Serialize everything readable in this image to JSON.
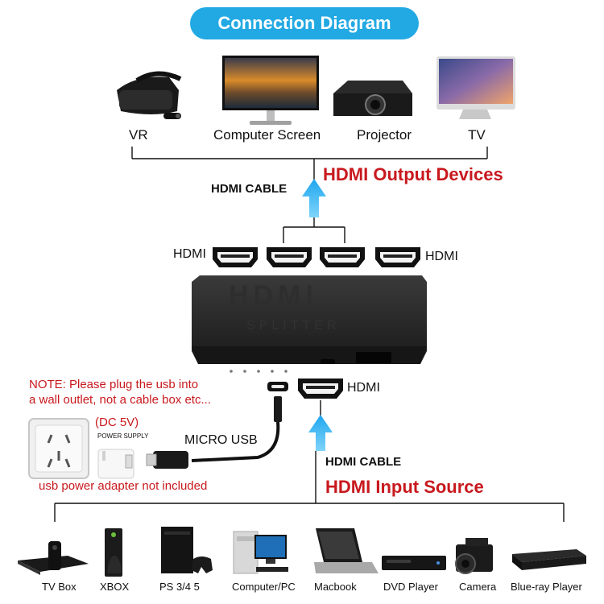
{
  "title": "Connection Diagram",
  "outputs": {
    "heading": "HDMI Output Devices",
    "cable": "HDMI CABLE",
    "devices": [
      "VR",
      "Computer Screen",
      "Projector",
      "TV"
    ]
  },
  "splitter": {
    "brand": "HDMI",
    "model": "SPLITTER",
    "port_left": "HDMI",
    "port_right": "HDMI",
    "input_port": "HDMI"
  },
  "power": {
    "note_line1": "NOTE: Please plug the usb into",
    "note_line2": "a wall outlet, not a cable box etc...",
    "voltage": "(DC 5V)",
    "supply": "POWER SUPPLY",
    "cable": "MICRO USB",
    "adapter_note": "usb power adapter not included"
  },
  "inputs": {
    "cable": "HDMI CABLE",
    "heading": "HDMI Input Source",
    "sources": [
      "TV Box",
      "XBOX",
      "PS 3/4 5",
      "Computer/PC",
      "Macbook",
      "DVD Player",
      "Camera",
      "Blue-ray Player"
    ]
  },
  "colors": {
    "accent": "#22a9e3",
    "heading_red": "#c8191e",
    "device_dark": "#1c1c1c"
  }
}
